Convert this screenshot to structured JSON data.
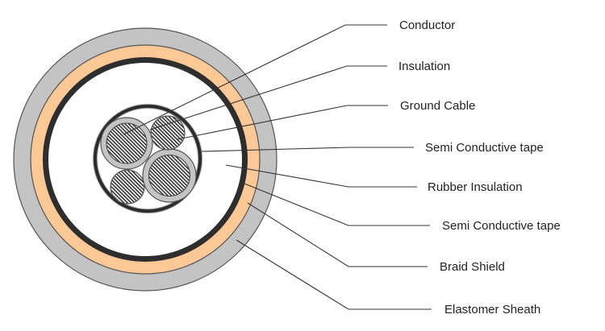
{
  "diagram": {
    "title": "Cable Cross-Section",
    "colors": {
      "outer_sheath": "#c3c3c3",
      "semi_conductive_outer": "#fcc896",
      "braid_shield": "#2e2e2e",
      "rubber_insulation": "#ffffff",
      "conductor_insulation": "#c4c4c4",
      "conductor_hatch_dark": "#3a3a3a",
      "conductor_hatch_light": "#ffffff",
      "outline": "#333333",
      "leader_line": "#333333",
      "label_text": "#222222"
    },
    "labels": [
      {
        "id": "conductor",
        "text": "Conductor"
      },
      {
        "id": "insulation",
        "text": "Insulation"
      },
      {
        "id": "ground-cable",
        "text": "Ground Cable"
      },
      {
        "id": "semi-conductive-tape-inner",
        "text": "Semi Conductive tape"
      },
      {
        "id": "rubber-insulation",
        "text": "Rubber Insulation"
      },
      {
        "id": "semi-conductive-tape-outer",
        "text": "Semi Conductive tape"
      },
      {
        "id": "braid-shield",
        "text": "Braid Shield"
      },
      {
        "id": "elastomer-sheath",
        "text": "Elastomer Sheath"
      }
    ]
  }
}
